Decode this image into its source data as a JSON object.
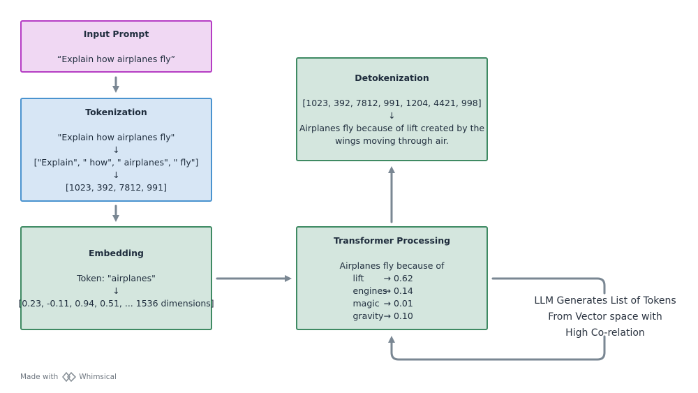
{
  "nodes": {
    "input": {
      "title": "Input Prompt",
      "text": "“Explain how airplanes fly”"
    },
    "tokenization": {
      "title": "Tokenization",
      "lines": [
        "\"Explain how airplanes fly\"",
        "↓",
        "[\"Explain\", \" how\", \" airplanes\", \" fly\"]",
        "↓",
        "[1023, 392, 7812, 991]"
      ]
    },
    "embedding": {
      "title": "Embedding",
      "lines": [
        "Token: \"airplanes\"",
        "↓",
        "[0.23, -0.11, 0.94, 0.51, ... 1536 dimensions]"
      ]
    },
    "transformer": {
      "title": "Transformer Processing",
      "intro": "Airplanes fly because of",
      "probs": [
        {
          "word": "lift",
          "prob": "→ 0.62"
        },
        {
          "word": "engines",
          "prob": "→ 0.14"
        },
        {
          "word": "magic",
          "prob": "→ 0.01"
        },
        {
          "word": "gravity",
          "prob": "→ 0.10"
        }
      ]
    },
    "detokenization": {
      "title": "Detokenization",
      "lines": [
        "[1023, 392, 7812, 991, 1204, 4421, 998]",
        "↓",
        "Airplanes fly because of lift created by the",
        "wings moving through air."
      ]
    }
  },
  "loop_label": {
    "lines": [
      "LLM Generates List of Tokens",
      "From Vector space with",
      "High Co-relation"
    ]
  },
  "footer": {
    "made_with": "Made with",
    "brand": "Whimsical"
  },
  "colors": {
    "connector": "#7a8793",
    "pink_fill": "#f0d8f3",
    "pink_border": "#b53dc4",
    "blue_fill": "#d7e6f5",
    "blue_border": "#4a93cf",
    "green_fill": "#d4e6de",
    "green_border": "#3f8a63"
  }
}
